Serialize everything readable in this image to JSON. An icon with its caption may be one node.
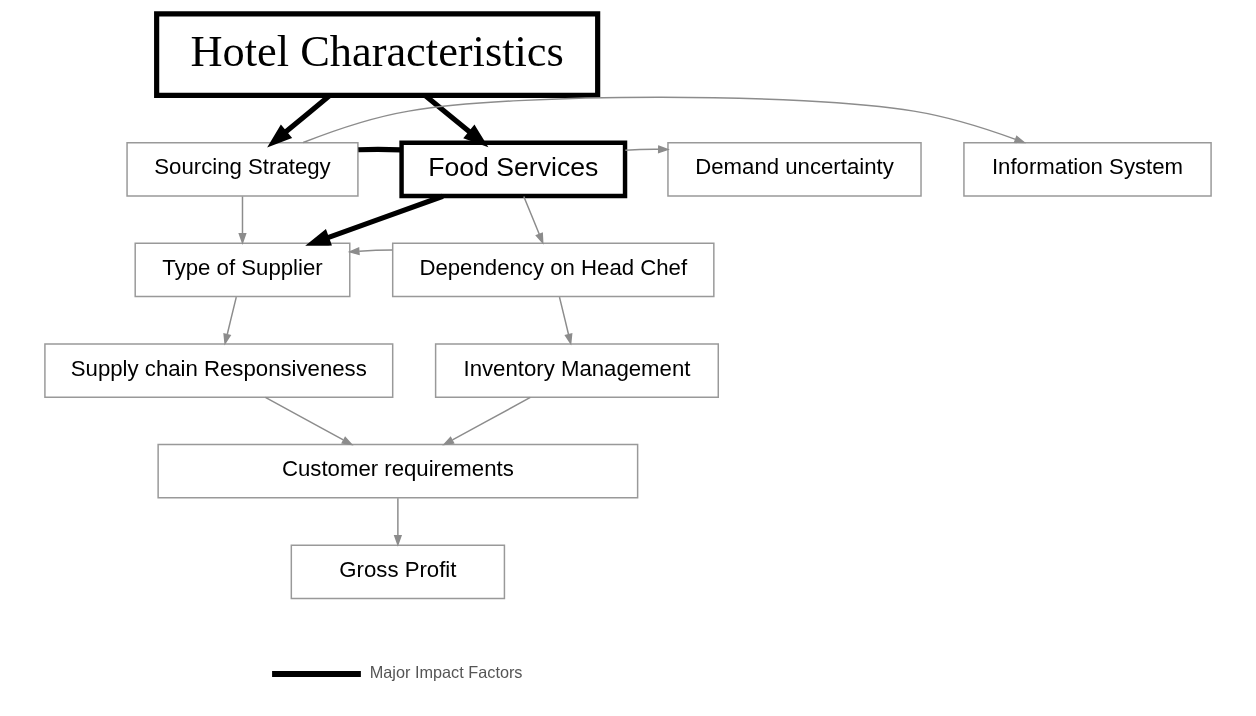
{
  "diagram": {
    "nodes": [
      {
        "text": [
          "Hotel Characteristics"
        ]
      },
      {
        "text": [
          "Information System"
        ]
      },
      {
        "text": [
          "Sourcing Strategy"
        ]
      },
      {
        "text": [
          "Food Services"
        ]
      },
      {
        "text": [
          "Demand uncertainty"
        ]
      },
      {
        "text": [
          "Type of Supplier"
        ]
      },
      {
        "text": [
          "Dependency on Head Chef"
        ]
      },
      {
        "text": [
          "Supply chain Responsiveness"
        ]
      },
      {
        "text": [
          "Inventory Management"
        ]
      },
      {
        "text": [
          "Customer requirements"
        ]
      },
      {
        "text": [
          "Gross Profit"
        ]
      }
    ],
    "edges": [
      {
        "from": 0,
        "to": 2,
        "arrow": "to",
        "style": "thick",
        "color": "#000000"
      },
      {
        "from": 0,
        "to": 3,
        "arrow": "to",
        "style": "thick",
        "color": "#000000"
      },
      {
        "from": 2,
        "to": 1,
        "arrow": "to"
      },
      {
        "from": 2,
        "to": 3,
        "arrow": "none",
        "style": "thick",
        "color": "#000000"
      },
      {
        "from": 3,
        "to": 4,
        "arrow": "to"
      },
      {
        "from": 3,
        "to": 5,
        "arrow": "to",
        "style": "thick",
        "color": "#000000"
      },
      {
        "from": 2,
        "to": 5,
        "arrow": "to"
      },
      {
        "from": 3,
        "to": 6,
        "arrow": "to"
      },
      {
        "from": 6,
        "to": 5,
        "arrow": "to"
      },
      {
        "from": 5,
        "to": 7,
        "arrow": "to"
      },
      {
        "from": 6,
        "to": 8,
        "arrow": "to"
      },
      {
        "from": 7,
        "to": 9,
        "arrow": "to"
      },
      {
        "from": 8,
        "to": 9,
        "arrow": "to"
      },
      {
        "from": 9,
        "to": 10,
        "arrow": "to"
      }
    ],
    "legend": [
      {
        "text": "Major Impact Factors"
      }
    ]
  }
}
